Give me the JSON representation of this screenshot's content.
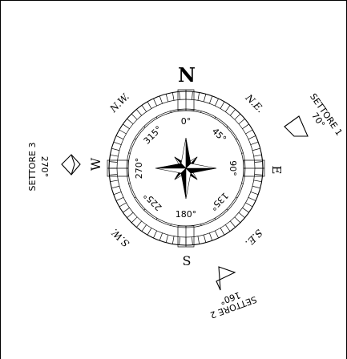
{
  "compass": {
    "cardinals": {
      "north": "N",
      "east": "E",
      "south": "S",
      "west": "W"
    },
    "intercardinals": {
      "northeast": "N.E.",
      "southeast": "S.E.",
      "southwest": "S.W.",
      "northwest": "N.W."
    },
    "degree_labels": [
      {
        "deg": 0,
        "text": "0°"
      },
      {
        "deg": 45,
        "text": "45°"
      },
      {
        "deg": 90,
        "text": "90°"
      },
      {
        "deg": 135,
        "text": "135°"
      },
      {
        "deg": 180,
        "text": "180°"
      },
      {
        "deg": 225,
        "text": "225°"
      },
      {
        "deg": 270,
        "text": "270°"
      },
      {
        "deg": 315,
        "text": "315°"
      }
    ]
  },
  "sectors": [
    {
      "name": "SETTORE 1",
      "angle": "70°",
      "bearing": 70
    },
    {
      "name": "SETTORE 2",
      "angle": "160°",
      "bearing": 160
    },
    {
      "name": "SETTORE 3",
      "angle": "270°",
      "bearing": 270
    }
  ]
}
